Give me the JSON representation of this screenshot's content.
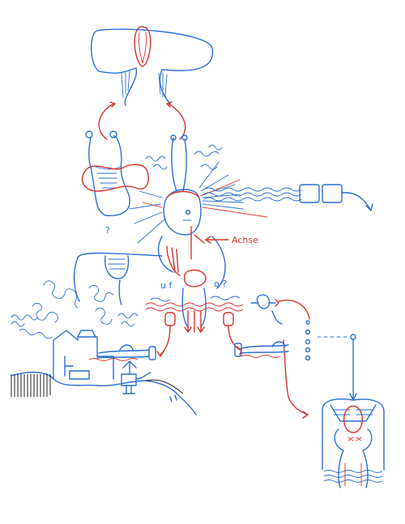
{
  "drawing": {
    "labels": {
      "axis_word": "Achse",
      "left_mark": "u f",
      "right_mark": "o ?",
      "question_mark": "?"
    },
    "colors": {
      "ink_blue": "#2a6fd6",
      "ink_red": "#d8322a",
      "ink_black": "#222222",
      "paper": "#ffffff"
    }
  }
}
